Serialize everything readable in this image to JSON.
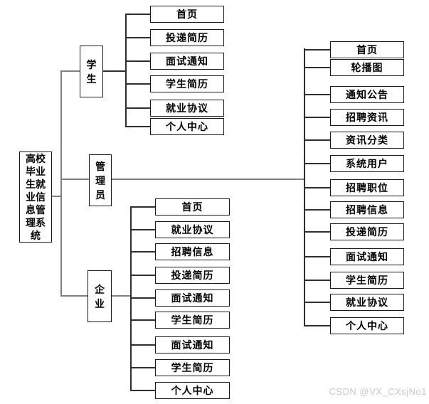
{
  "diagram": {
    "root": {
      "label": "高校毕业生就业信息管理系统"
    },
    "branches": [
      {
        "label": "学生",
        "children": [
          "首页",
          "投递简历",
          "面试通知",
          "学生简历",
          "就业协议",
          "个人中心"
        ]
      },
      {
        "label": "管理员",
        "children": [
          "首页",
          "轮播图",
          "通知公告",
          "招聘资讯",
          "资讯分类",
          "系统用户",
          "招聘职位",
          "招聘信息",
          "投递简历",
          "面试通知",
          "学生简历",
          "就业协议",
          "个人中心"
        ]
      },
      {
        "label": "企业",
        "children": [
          "首页",
          "就业协议",
          "招聘信息",
          "投递简历",
          "面试通知",
          "学生简历",
          "面试通知",
          "学生简历",
          "个人中心"
        ]
      }
    ]
  },
  "watermark": "CSDN @VX_CXsjNo1",
  "colors": {
    "background": "#ffffff",
    "box_border": "#1a1a1a",
    "connector_gray": "#808080",
    "connector_dark": "#2e2e2e",
    "watermark_text": "#c9c9c9"
  }
}
